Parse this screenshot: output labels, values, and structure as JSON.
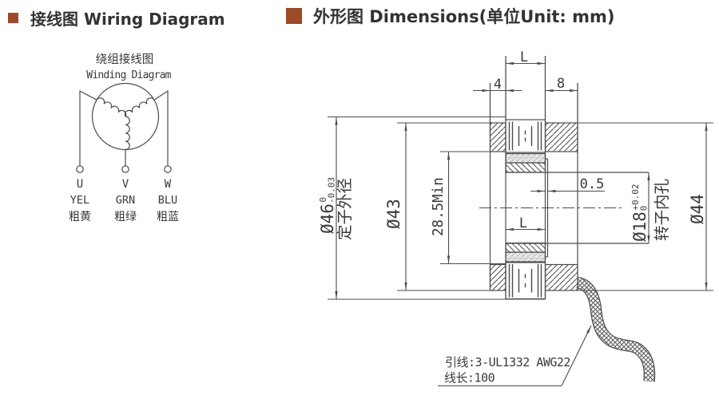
{
  "headers": {
    "left": {
      "title": "接线图 Wiring Diagram",
      "bullet_color": "#9c4a28"
    },
    "right": {
      "title": "外形图 Dimensions(单位Unit: mm)",
      "bullet_color": "#9c4a28"
    }
  },
  "wiring": {
    "subtitle_cn": "绕组接线图",
    "subtitle_en": "Winding Diagram",
    "terminals": [
      {
        "letter": "U",
        "color_code": "YEL",
        "color_cn": "粗黄"
      },
      {
        "letter": "V",
        "color_code": "GRN",
        "color_cn": "粗绿"
      },
      {
        "letter": "W",
        "color_code": "BLU",
        "color_cn": "粗蓝"
      }
    ]
  },
  "dimensions": {
    "top_length": "L",
    "left_offset": "4",
    "right_offset": "8",
    "stator_od": {
      "value": "Ø46",
      "tol_top": "0",
      "tol_bottom": "-0.03",
      "label_cn": "定子外径"
    },
    "outer_d43": "Ø43",
    "min_height": "28.5Min",
    "step": "0.5",
    "bore_length": "L",
    "rotor_bore": {
      "value": "Ø18",
      "tol_top": "+0.02",
      "tol_bottom": "0",
      "label_cn": "转子内孔"
    },
    "outer_d44": "Ø44",
    "lead_note_line1": "引线:3-UL1332 AWG22",
    "lead_note_line2": "线长:100"
  }
}
